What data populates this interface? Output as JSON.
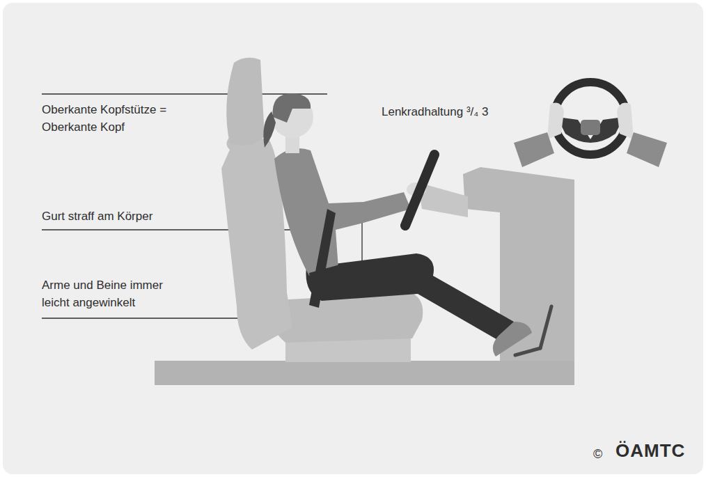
{
  "diagram": {
    "labels": [
      "Oberkante Kopfstütze = Oberkante Kopf",
      "Lenkradhaltung ³/₄ 3",
      "Gurt straff am Körper",
      "Arme und Beine immer leicht angewinkelt",
      "©",
      "ÖAMTC"
    ]
  }
}
